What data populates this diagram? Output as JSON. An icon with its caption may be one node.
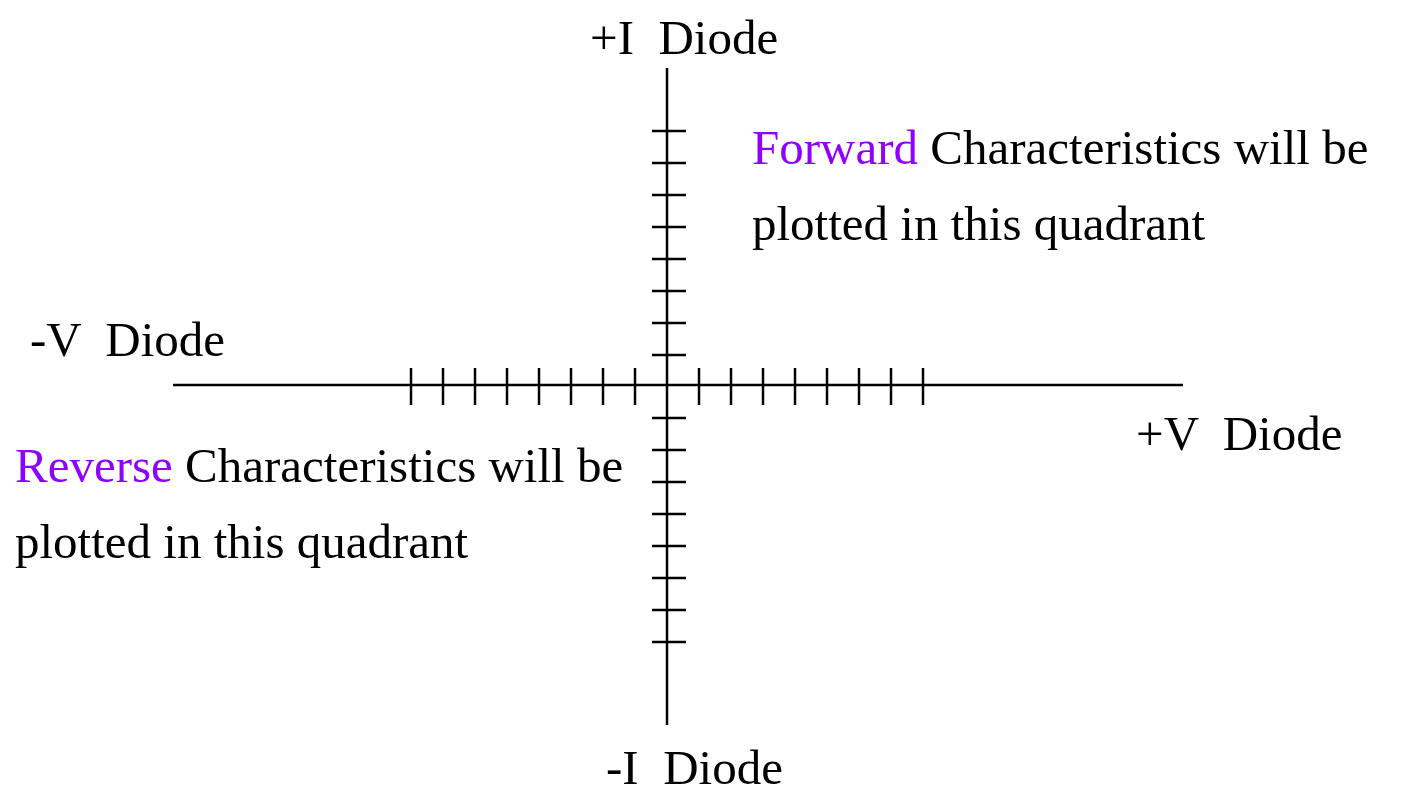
{
  "diagram": {
    "labels": [
      "+I  Diode",
      "Forward Characteristics will be plotted in this quadrant",
      "-V  Diode",
      "+V  Diode",
      "Reverse Characteristics will be plotted in this quadrant",
      "-I  Diode"
    ]
  }
}
